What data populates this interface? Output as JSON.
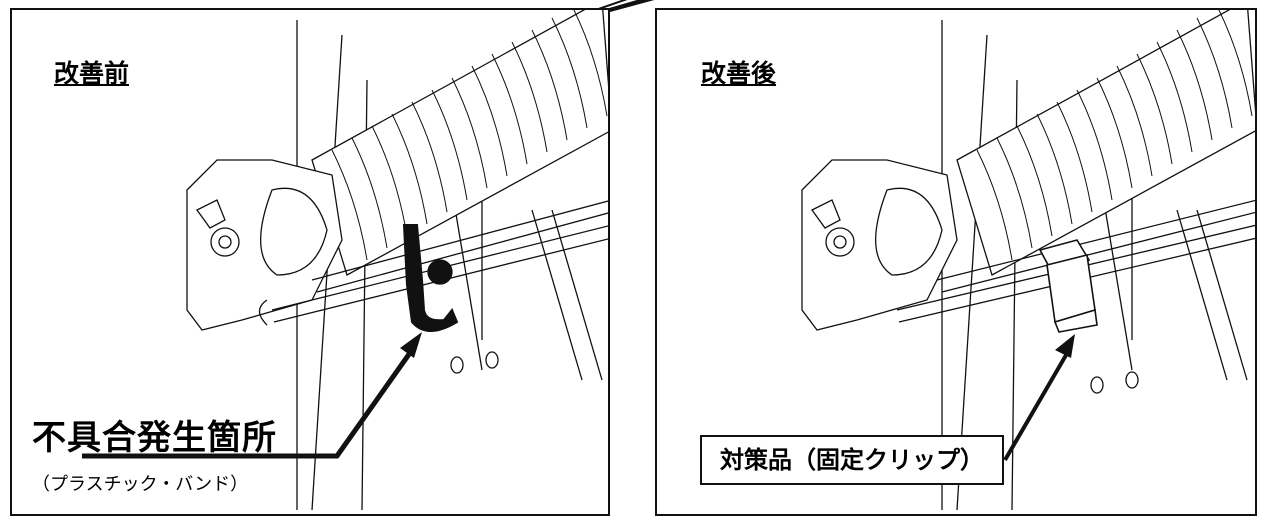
{
  "before": {
    "title": "改善前",
    "label": "不具合発生箇所",
    "sublabel": "（プラスチック・バンド）"
  },
  "after": {
    "title": "改善後",
    "label": "対策品（固定クリップ）"
  },
  "colors": {
    "ink": "#111111",
    "paper": "#ffffff"
  }
}
